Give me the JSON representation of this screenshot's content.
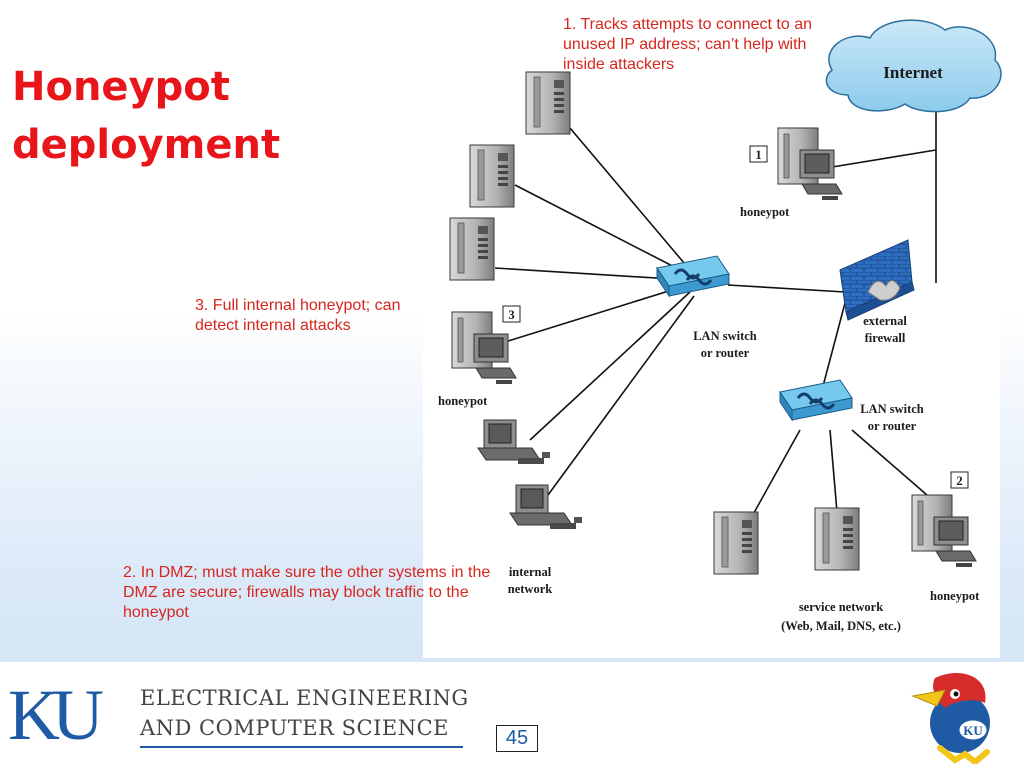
{
  "slide": {
    "title_line1": "Honeypot",
    "title_line2": "deployment",
    "page_number": "45"
  },
  "annotations": {
    "note1": "1. Tracks attempts to connect to an unused IP address; can’t help with inside attackers",
    "note2": "2. In DMZ; must make sure the other systems in the DMZ are secure; firewalls may block traffic to the honeypot",
    "note3": "3. Full internal honeypot; can detect internal attacks"
  },
  "diagram": {
    "internet": "Internet",
    "honeypot1_tag": "1",
    "honeypot1": "honeypot",
    "honeypot2_tag": "2",
    "honeypot2": "honeypot",
    "honeypot3_tag": "3",
    "honeypot3": "honeypot",
    "firewall_line1": "external",
    "firewall_line2": "firewall",
    "switch1_line1": "LAN switch",
    "switch1_line2": "or router",
    "switch2_line1": "LAN switch",
    "switch2_line2": "or router",
    "internal_line1": "internal",
    "internal_line2": "network",
    "service_line1": "service network",
    "service_line2": "(Web, Mail, DNS, etc.)"
  },
  "footer": {
    "logo": "KU",
    "dept_line1": "ELECTRICAL ENGINEERING",
    "dept_line2": "AND COMPUTER SCIENCE",
    "mascot": "jayhawk"
  },
  "colors": {
    "title": "#e8151b",
    "note": "#d7261e",
    "ku_blue": "#1f5ba5",
    "switch": "#6fc3ea",
    "firewall": "#2f6fc2",
    "cloud": "#a9d7ef"
  }
}
